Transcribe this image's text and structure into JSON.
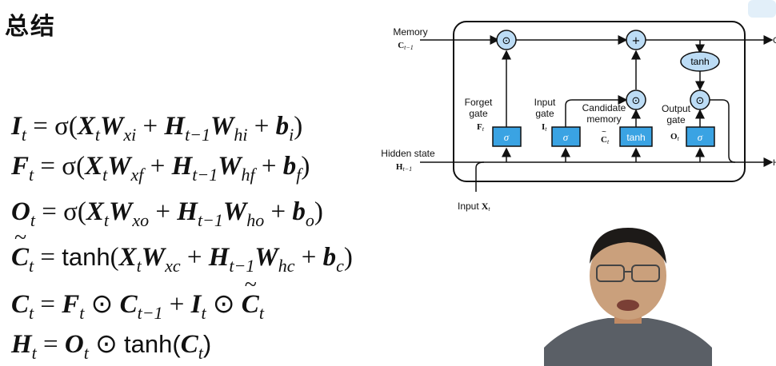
{
  "slide": {
    "title": "总结",
    "equations": [
      {
        "lhs": "I",
        "lhs_sub": "t",
        "op": "σ",
        "parts": [
          {
            "v": "X",
            "s": "t"
          },
          {
            "v": "W",
            "s": "xi"
          },
          {
            "t": "+"
          },
          {
            "v": "H",
            "s": "t−1"
          },
          {
            "v": "W",
            "s": "hi"
          },
          {
            "t": "+"
          },
          {
            "v": "b",
            "s": "i"
          }
        ]
      },
      {
        "lhs": "F",
        "lhs_sub": "t",
        "op": "σ",
        "parts": [
          {
            "v": "X",
            "s": "t"
          },
          {
            "v": "W",
            "s": "xf"
          },
          {
            "t": "+"
          },
          {
            "v": "H",
            "s": "t−1"
          },
          {
            "v": "W",
            "s": "hf"
          },
          {
            "t": "+"
          },
          {
            "v": "b",
            "s": "f"
          }
        ]
      },
      {
        "lhs": "O",
        "lhs_sub": "t",
        "op": "σ",
        "parts": [
          {
            "v": "X",
            "s": "t"
          },
          {
            "v": "W",
            "s": "xo"
          },
          {
            "t": "+"
          },
          {
            "v": "H",
            "s": "t−1"
          },
          {
            "v": "W",
            "s": "ho"
          },
          {
            "t": "+"
          },
          {
            "v": "b",
            "s": "o"
          }
        ]
      },
      {
        "lhs": "C",
        "lhs_sub": "t",
        "tilde": true,
        "op": "tanh",
        "parts": [
          {
            "v": "X",
            "s": "t"
          },
          {
            "v": "W",
            "s": "xc"
          },
          {
            "t": "+"
          },
          {
            "v": "H",
            "s": "t−1"
          },
          {
            "v": "W",
            "s": "hc"
          },
          {
            "t": "+"
          },
          {
            "v": "b",
            "s": "c"
          }
        ]
      },
      {
        "lhs": "C",
        "lhs_sub": "t",
        "plain": [
          {
            "v": "F",
            "s": "t"
          },
          {
            "t": "⊙"
          },
          {
            "v": "C",
            "s": "t−1"
          },
          {
            "t": "+"
          },
          {
            "v": "I",
            "s": "t"
          },
          {
            "t": "⊙"
          },
          {
            "v": "C",
            "s": "t",
            "tilde": true
          }
        ]
      },
      {
        "lhs": "H",
        "lhs_sub": "t",
        "plain": [
          {
            "v": "O",
            "s": "t"
          },
          {
            "t": "⊙"
          },
          {
            "fn": "tanh("
          },
          {
            "v": "C",
            "s": "t"
          },
          {
            "fn": ")"
          }
        ]
      }
    ]
  },
  "diagram": {
    "memory_label": "Memory",
    "memory_var": "C",
    "memory_sub": "t−1",
    "hidden_label": "Hidden state",
    "hidden_var": "H",
    "hidden_sub": "t−1",
    "input_label": "Input",
    "input_var": "X",
    "input_sub": "t",
    "forget_gate": [
      "Forget",
      "gate"
    ],
    "forget_var": "F",
    "input_gate": [
      "Input",
      "gate"
    ],
    "input_gate_var": "I",
    "candidate": [
      "Candidate",
      "memory"
    ],
    "candidate_var": "C",
    "output_gate": [
      "Output",
      "gate"
    ],
    "output_var": "O",
    "sigma": "σ",
    "tanh": "tanh",
    "plus": "+",
    "odot": "⊙",
    "t_sub": "t",
    "right_top": "C",
    "right_bottom": "H",
    "colors": {
      "box": "#3aa3e3",
      "circle": "#bcdcf5",
      "line": "#111111"
    }
  }
}
